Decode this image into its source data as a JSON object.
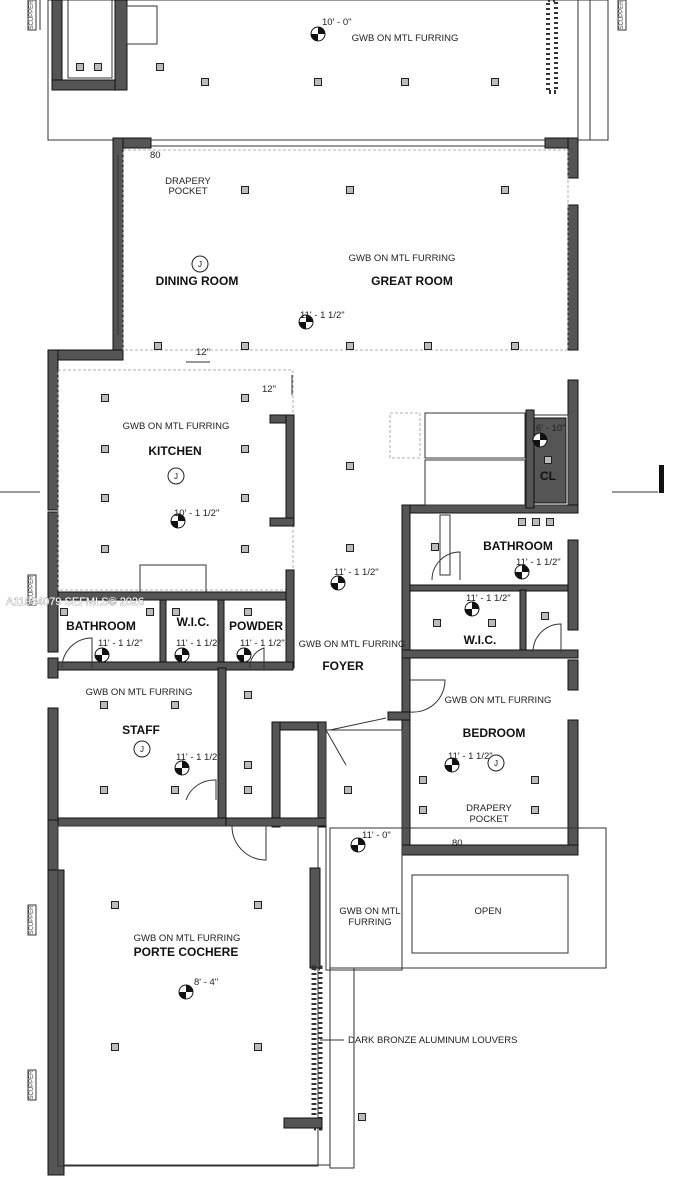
{
  "rooms": {
    "dining_room": "DINING ROOM",
    "great_room": "GREAT ROOM",
    "kitchen": "KITCHEN",
    "cl": "CL",
    "bathroom_right": "BATHROOM",
    "bathroom_left": "BATHROOM",
    "wic_left": "W.I.C.",
    "powder": "POWDER",
    "wic_right": "W.I.C.",
    "foyer": "FOYER",
    "staff": "STAFF",
    "bedroom": "BEDROOM",
    "porte_cochere": "PORTE COCHERE",
    "open": "OPEN"
  },
  "notes": {
    "gwb_top": "GWB ON MTL FURRING",
    "gwb_great": "GWB ON MTL FURRING",
    "gwb_kitchen": "GWB ON MTL FURRING",
    "gwb_foyer": "GWB ON MTL FURRING",
    "gwb_staff": "GWB ON MTL FURRING",
    "gwb_bedroom": "GWB ON MTL FURRING",
    "gwb_porte": "GWB ON MTL FURRING",
    "gwb_court_1": "GWB ON MTL",
    "gwb_court_2": "FURRING",
    "drapery_1a": "DRAPERY",
    "drapery_1b": "POCKET",
    "drapery_2a": "DRAPERY",
    "drapery_2b": "POCKET",
    "louvers": "DARK BRONZE ALUMINUM LOUVERS",
    "dim_12_a": "12\"",
    "dim_12_b": "12\"",
    "dim_80_a": "80",
    "dim_80_b": "80",
    "scupper": "SCUPPER",
    "junction": "J"
  },
  "heights": {
    "top": "10' - 0\"",
    "great": "11' - 1 1/2\"",
    "cl": "6' - 10\"",
    "kitchen": "10' - 1 1/2\"",
    "foyer": "11' - 1 1/2\"",
    "bath_right": "11' - 1 1/2\"",
    "wic_right": "11' - 1 1/2\"",
    "bath_left": "11' - 1 1/2\"",
    "wic_left": "11' - 1 1/2\"",
    "powder": "11' - 1 1/2\"",
    "staff": "11' - 1 1/2\"",
    "bedroom": "11' - 1 1/2\"",
    "court": "11' - 0\"",
    "porte": "8' - 4\""
  },
  "watermark": "A11934079 SEFMLS© 2026"
}
